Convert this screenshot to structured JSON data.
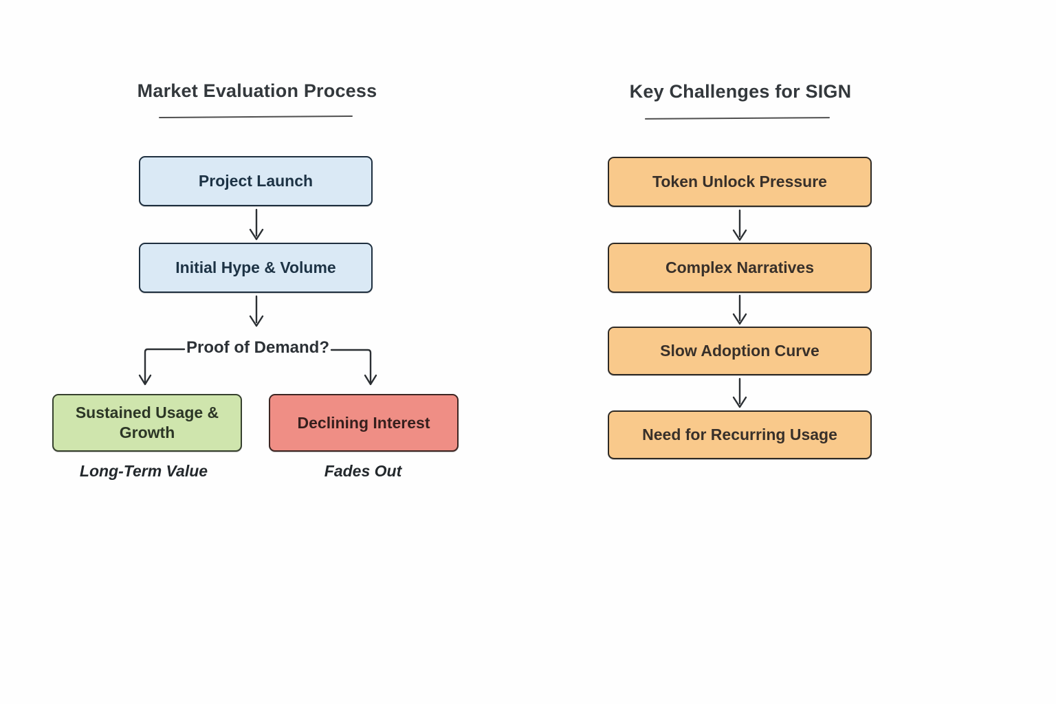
{
  "left": {
    "title": "Market Evaluation Process",
    "box1": {
      "label": "Project Launch"
    },
    "box2": {
      "label": "Initial Hype & Volume"
    },
    "decision": {
      "label": "Proof of Demand?"
    },
    "outcome_positive": {
      "label": "Sustained Usage & Growth",
      "caption": "Long-Term Value"
    },
    "outcome_negative": {
      "label": "Declining Interest",
      "caption": "Fades Out"
    }
  },
  "right": {
    "title": "Key Challenges for SIGN",
    "box1": {
      "label": "Token Unlock Pressure"
    },
    "box2": {
      "label": "Complex Narratives"
    },
    "box3": {
      "label": "Slow Adoption Curve"
    },
    "box4": {
      "label": "Need for Recurring Usage"
    }
  },
  "colors": {
    "background": "#fefefe",
    "process_fill": "#dae9f5",
    "process_border": "#1e2f3f",
    "positive_fill": "#cfe5ad",
    "positive_border": "#36402e",
    "negative_fill": "#ef8e85",
    "negative_border": "#3c2522",
    "challenge_fill": "#f9c98b",
    "challenge_border": "#2e2a25",
    "arrow": "#2b2f33",
    "title_text": "#33383c"
  }
}
